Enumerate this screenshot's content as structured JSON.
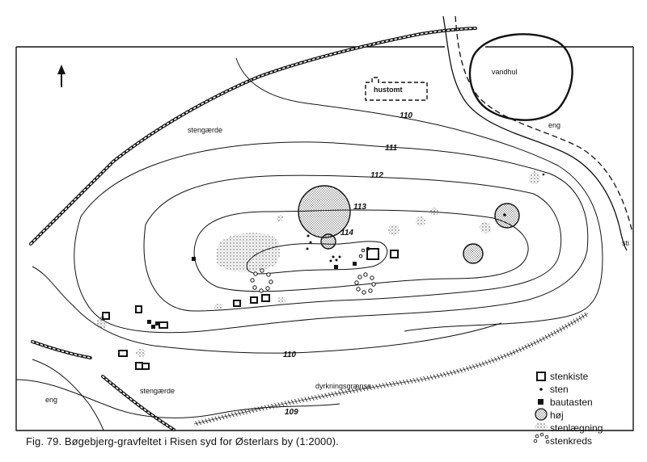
{
  "labels": {
    "vandhul": "vandhul",
    "hustomt": "hustomt",
    "eng_right": "eng",
    "eng_left": "eng",
    "sti": "sti",
    "stengaerde_top": "stengærde",
    "stengaerde_bottom": "stengærde",
    "dyrkningsgraense": "dyrkningsgrænse"
  },
  "contours": {
    "c109": "109",
    "c110_top": "110",
    "c110_bottom": "110",
    "c111": "111",
    "c112": "112",
    "c113": "113",
    "c114": "114"
  },
  "legend": [
    {
      "label": "stenkiste",
      "icon": "square-outline-icon"
    },
    {
      "label": "sten",
      "icon": "dot-icon"
    },
    {
      "label": "bautasten",
      "icon": "filled-square-icon"
    },
    {
      "label": "høj",
      "icon": "stippled-circle-icon"
    },
    {
      "label": "stenlægning",
      "icon": "stippled-patch-icon"
    },
    {
      "label": "stenkreds",
      "icon": "ring-of-circles-icon"
    }
  ],
  "caption": "Fig. 79. Bøgebjerg-gravfeltet i Risen syd for Østerlars by (1:2000).",
  "north_arrow": "north-arrow-icon"
}
